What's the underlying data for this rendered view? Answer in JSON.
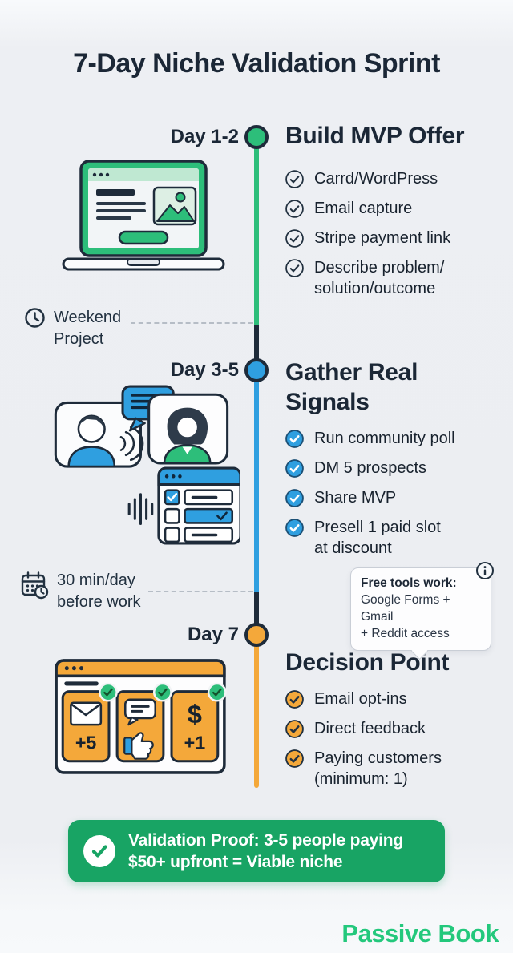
{
  "title": "7-Day Niche Validation Sprint",
  "brand": "Passive Book",
  "phases": [
    {
      "day": "Day 1-2",
      "heading": "Build MVP Offer",
      "accent": "#2dbe7a",
      "items": [
        "Carrd/WordPress",
        "Email capture",
        "Stripe payment link",
        "Describe problem/\nsolution/outcome"
      ]
    },
    {
      "day": "Day 3-5",
      "heading": "Gather Real\nSignals",
      "accent": "#2f9fe0",
      "items": [
        "Run community poll",
        "DM 5 prospects",
        "Share MVP",
        "Presell 1 paid slot\nat discount"
      ]
    },
    {
      "day": "Day 7",
      "heading": "Decision Point",
      "accent": "#f4a83a",
      "items": [
        "Email opt-ins",
        "Direct feedback",
        "Paying customers\n(minimum: 1)"
      ]
    }
  ],
  "side_notes": [
    {
      "icon": "clock-icon",
      "text": "Weekend\nProject"
    },
    {
      "icon": "calendar-clock-icon",
      "text": "30 min/day\nbefore work"
    }
  ],
  "tooltip": {
    "title": "Free tools work:",
    "body": "Google Forms + Gmail\n+ Reddit access",
    "icon": "info-icon"
  },
  "banner": {
    "text": "Validation Proof: 3-5 people paying\n$50+ upfront = Viable niche"
  },
  "illustrations": {
    "results": {
      "emails": "+5",
      "dollar": "$",
      "payments": "+1"
    }
  },
  "colors": {
    "green": "#2dbe7a",
    "blue": "#2f9fe0",
    "orange": "#f4a83a",
    "navy": "#1e2b3a",
    "banner_green": "#18a464",
    "brand_green": "#23c87c"
  }
}
